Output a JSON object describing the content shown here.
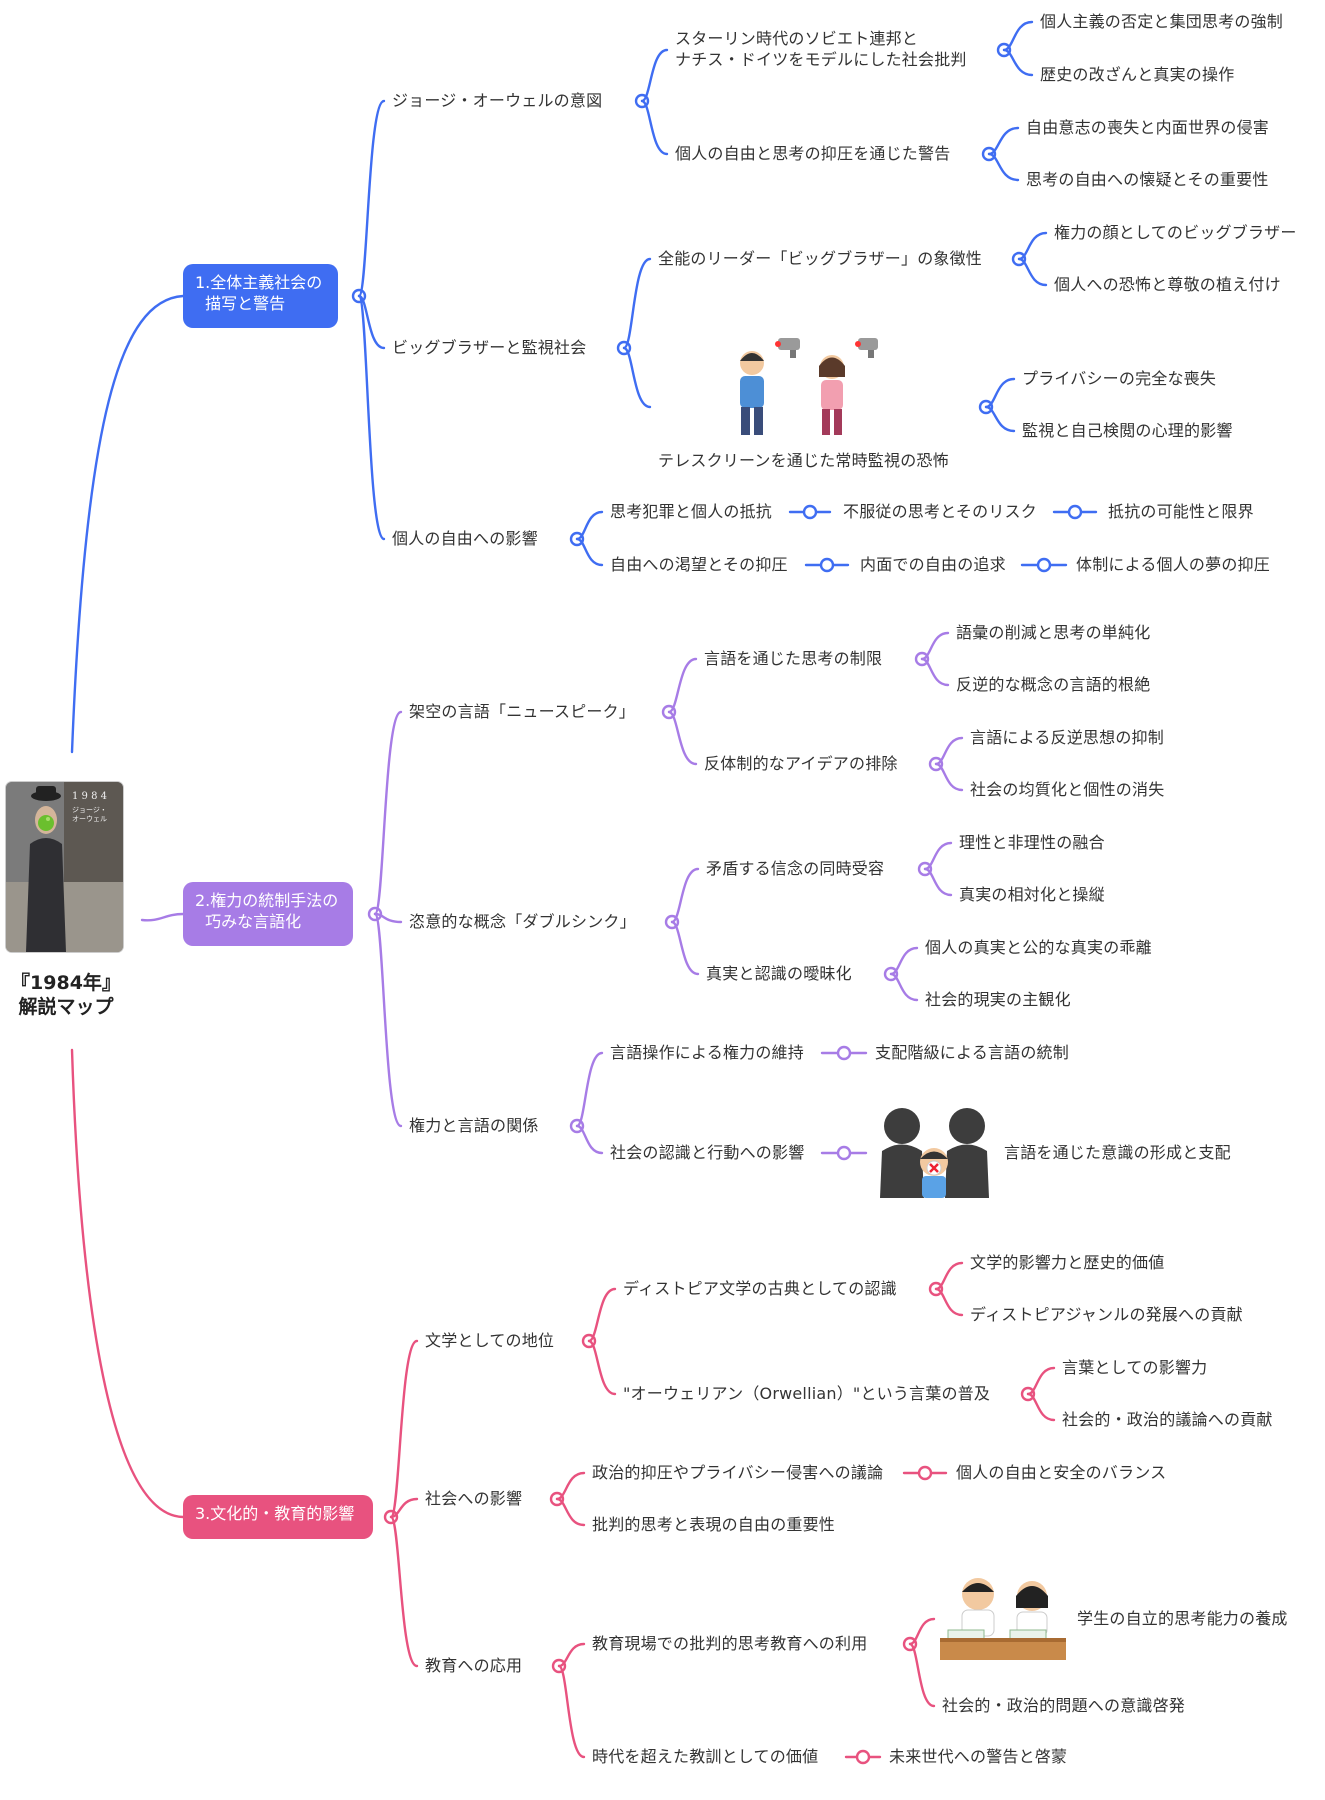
{
  "root": {
    "title": "『1984年』\n解説マップ",
    "book_cover": {
      "title": "1 9 8 4",
      "author": "ジョージ・\nオーウェル"
    }
  },
  "colors": {
    "blue": "#3f6df2",
    "purple": "#a77ce6",
    "pink": "#e8527f"
  },
  "branches": [
    {
      "label": "1.全体主義社会の\n  描写と警告",
      "color": "#3f6df2",
      "topics": [
        {
          "label": "ジョージ・オーウェルの意図",
          "subtopics": [
            {
              "label": "スターリン時代のソビエト連邦と\nナチス・ドイツをモデルにした社会批判",
              "leaves": [
                "個人主義の否定と集団思考の強制",
                "歴史の改ざんと真実の操作"
              ]
            },
            {
              "label": "個人の自由と思考の抑圧を通じた警告",
              "leaves": [
                "自由意志の喪失と内面世界の侵害",
                "思考の自由への懐疑とその重要性"
              ]
            }
          ]
        },
        {
          "label": "ビッグブラザーと監視社会",
          "subtopics": [
            {
              "label": "全能のリーダー「ビッグブラザー」の象徴性",
              "leaves": [
                "権力の顔としてのビッグブラザー",
                "個人への恐怖と尊敬の植え付け"
              ]
            },
            {
              "label": "テレスクリーンを通じた常時監視の恐怖",
              "leaves": [
                "プライバシーの完全な喪失",
                "監視と自己検閲の心理的影響"
              ]
            }
          ]
        },
        {
          "label": "個人の自由への影響",
          "chains": [
            [
              "思考犯罪と個人の抵抗",
              "不服従の思考とそのリスク",
              "抵抗の可能性と限界"
            ],
            [
              "自由への渇望とその抑圧",
              "内面での自由の追求",
              "体制による個人の夢の抑圧"
            ]
          ]
        }
      ]
    },
    {
      "label": "2.権力の統制手法の\n  巧みな言語化",
      "color": "#a77ce6",
      "topics": [
        {
          "label": "架空の言語「ニュースピーク」",
          "subtopics": [
            {
              "label": "言語を通じた思考の制限",
              "leaves": [
                "語彙の削減と思考の単純化",
                "反逆的な概念の言語的根絶"
              ]
            },
            {
              "label": "反体制的なアイデアの排除",
              "leaves": [
                "言語による反逆思想の抑制",
                "社会の均質化と個性の消失"
              ]
            }
          ]
        },
        {
          "label": "恣意的な概念「ダブルシンク」",
          "subtopics": [
            {
              "label": "矛盾する信念の同時受容",
              "leaves": [
                "理性と非理性の融合",
                "真実の相対化と操縦"
              ]
            },
            {
              "label": "真実と認識の曖昧化",
              "leaves": [
                "個人の真実と公的な真実の乖離",
                "社会的現実の主観化"
              ]
            }
          ]
        },
        {
          "label": "権力と言語の関係",
          "chains": [
            [
              "言語操作による権力の維持",
              "支配階級による言語の統制"
            ],
            [
              "社会の認識と行動への影響",
              "言語を通じた意識の形成と支配"
            ]
          ]
        }
      ]
    },
    {
      "label": "3.文化的・教育的影響",
      "color": "#e8527f",
      "topics": [
        {
          "label": "文学としての地位",
          "subtopics": [
            {
              "label": "ディストピア文学の古典としての認識",
              "leaves": [
                "文学的影響力と歴史的価値",
                "ディストピアジャンルの発展への貢献"
              ]
            },
            {
              "label": "\"オーウェリアン（Orwellian）\"という言葉の普及",
              "leaves": [
                "言葉としての影響力",
                "社会的・政治的議論への貢献"
              ]
            }
          ]
        },
        {
          "label": "社会への影響",
          "chains": [
            [
              "政治的抑圧やプライバシー侵害への議論",
              "個人の自由と安全のバランス"
            ],
            [
              "批判的思考と表現の自由の重要性"
            ]
          ]
        },
        {
          "label": "教育への応用",
          "subtopics": [
            {
              "label": "教育現場での批判的思考教育への利用",
              "leaves": [
                "学生の自立的思考能力の養成",
                "社会的・政治的問題への意識啓発"
              ]
            }
          ],
          "chains": [
            [
              "時代を超えた教訓としての価値",
              "未来世代への警告と啓蒙"
            ]
          ]
        }
      ]
    }
  ]
}
